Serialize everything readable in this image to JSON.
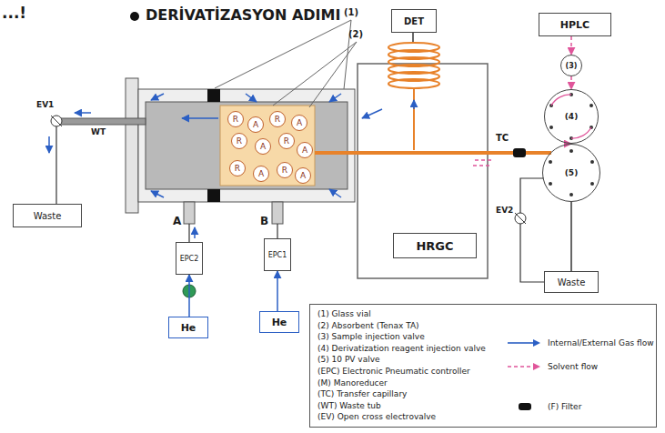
{
  "diagram": {
    "title": "DERİVATİZASYON ADIMI",
    "nodes": [
      {
        "text": [
          "HPLC"
        ]
      },
      {
        "text": [
          "(3)"
        ]
      },
      {
        "text": [
          "(4)"
        ]
      },
      {
        "text": [
          "(5)"
        ]
      },
      {
        "text": [
          "DET"
        ]
      },
      {
        "text": [
          "HRGC"
        ]
      },
      {
        "text": [
          "Waste"
        ]
      },
      {
        "text": [
          "Waste"
        ]
      },
      {
        "text": [
          "EPC2"
        ]
      },
      {
        "text": [
          "EPC1"
        ]
      },
      {
        "text": [
          "He"
        ]
      },
      {
        "text": [
          "He"
        ]
      }
    ],
    "edges": [
      {
        "from": 0,
        "to": 1,
        "arrow": "to"
      },
      {
        "from": 1,
        "to": 2,
        "arrow": "to"
      },
      {
        "from": 2,
        "to": 3,
        "arrow": "to"
      },
      {
        "from": 3,
        "to": 7,
        "arrow": "none"
      },
      {
        "from": 10,
        "to": 8,
        "arrow": "to"
      },
      {
        "from": 11,
        "to": 9,
        "arrow": "to"
      }
    ],
    "labels": [
      "...!",
      "(1)",
      "(2)",
      "EV1",
      "WT",
      "A",
      "B",
      "TC",
      "EV2",
      "R",
      "A",
      "R",
      "A",
      "R",
      "A",
      "R",
      "A",
      "R",
      "A",
      "R",
      "A"
    ],
    "legend": [
      {
        "text": "(1) Glass vial"
      },
      {
        "text": "(2) Absorbent (Tenax TA)"
      },
      {
        "text": "(3) Sample injection valve"
      },
      {
        "text": "(4) Derivatization reagent injection valve"
      },
      {
        "text": "(5) 10 PV valve"
      },
      {
        "text": "(EPC) Electronic Pneumatic controller"
      },
      {
        "text": "(M) Manoreducer"
      },
      {
        "text": "(TC) Transfer capillary"
      },
      {
        "text": "(WT) Waste tub"
      },
      {
        "text": "(EV) Open cross electrovalve"
      },
      {
        "text": "Internal/External Gas flow"
      },
      {
        "text": "Solvent flow"
      },
      {
        "text": "(F) Filter"
      }
    ]
  }
}
